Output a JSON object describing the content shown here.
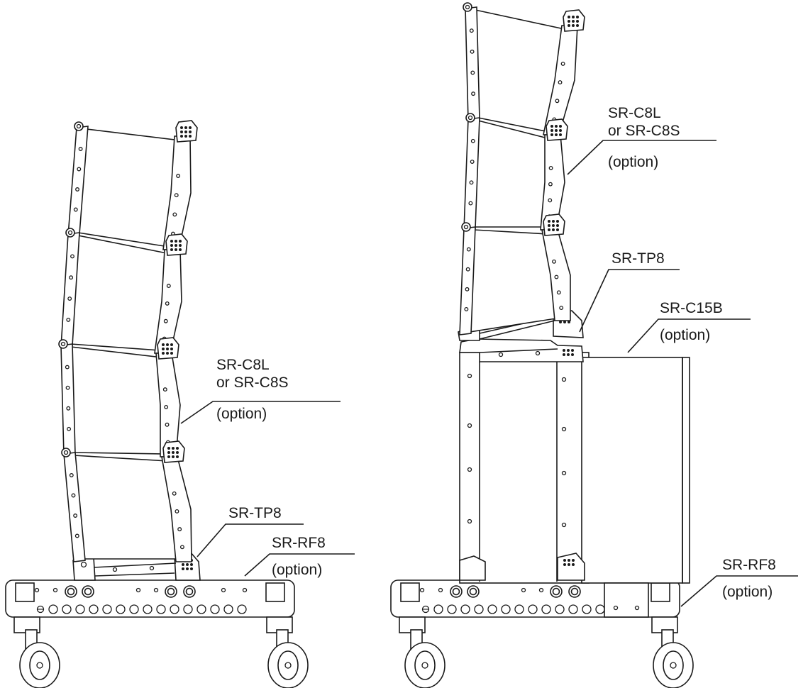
{
  "left_figure": {
    "callouts": [
      {
        "key": "cab",
        "lines": [
          "SR-C8L",
          "or SR-C8S",
          "(option)"
        ]
      },
      {
        "key": "tp",
        "lines": [
          "SR-TP8"
        ]
      },
      {
        "key": "rf",
        "lines": [
          "SR-RF8",
          "(option)"
        ]
      }
    ]
  },
  "right_figure": {
    "callouts": [
      {
        "key": "cab",
        "lines": [
          "SR-C8L",
          "or SR-C8S",
          "(option)"
        ]
      },
      {
        "key": "tp",
        "lines": [
          "SR-TP8"
        ]
      },
      {
        "key": "sub",
        "lines": [
          "SR-C15B",
          "(option)"
        ]
      },
      {
        "key": "rf",
        "lines": [
          "SR-RF8",
          "(option)"
        ]
      }
    ]
  }
}
